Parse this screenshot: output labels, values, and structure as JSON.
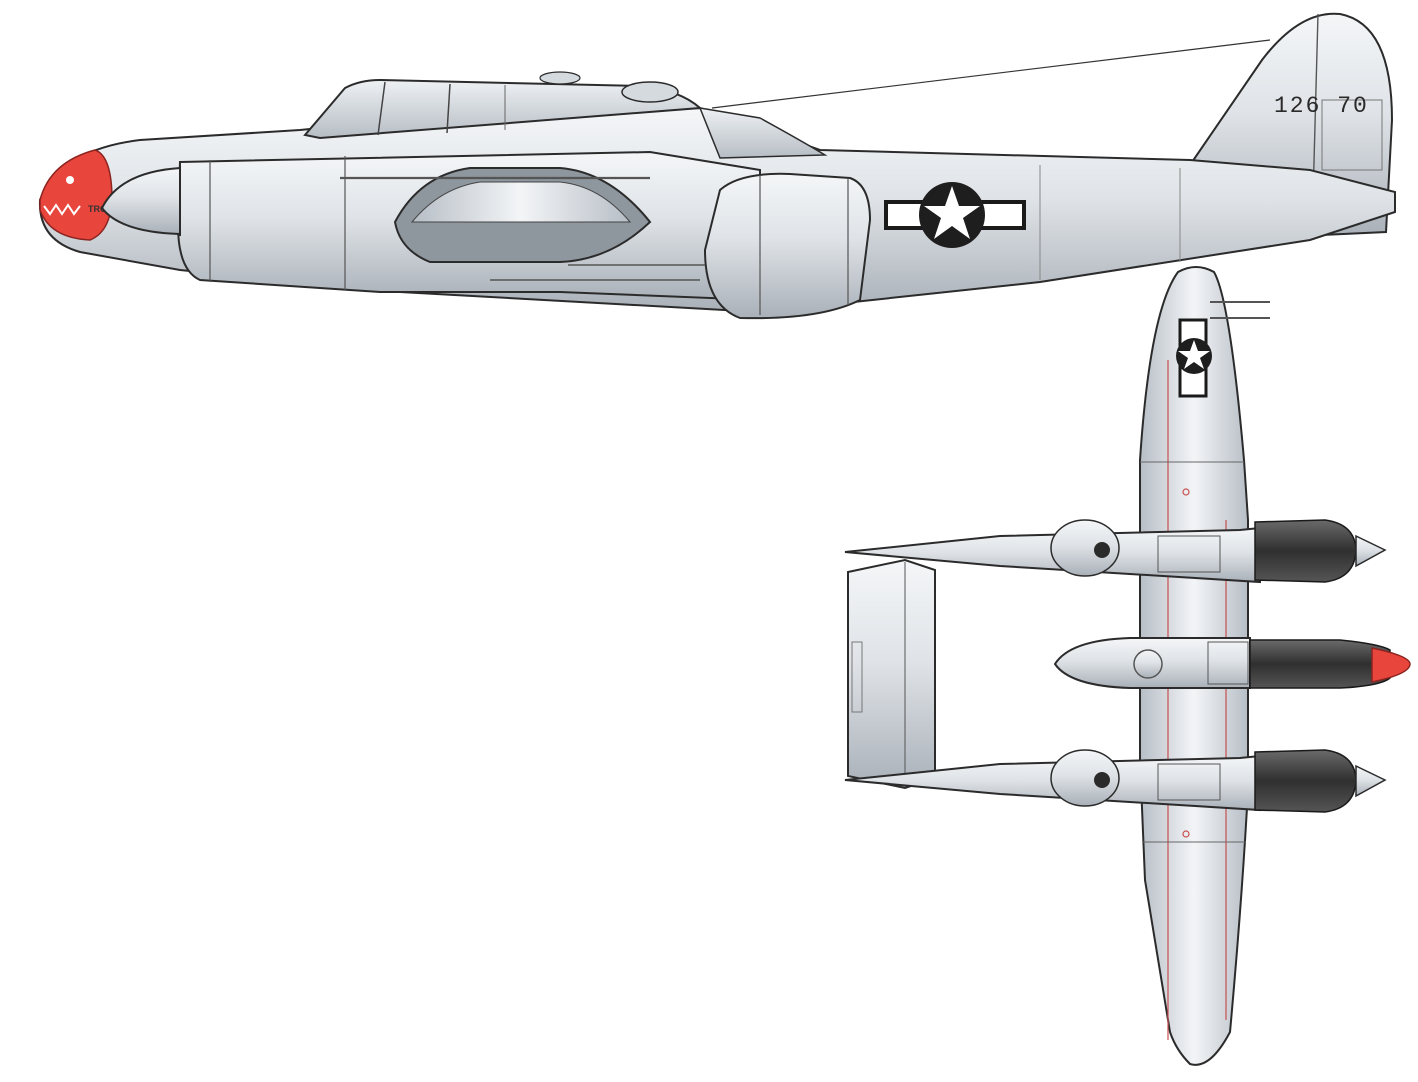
{
  "side_view": {
    "tail_serial": "126 70",
    "nose_art_text": "TRON",
    "nose_color": "#e8453c",
    "insignia": "star-and-bar-insignia"
  },
  "top_view": {
    "insignia": "star-and-bar-insignia",
    "nose_color": "#e8453c",
    "cowling_color": "#3a3a3a"
  },
  "colors": {
    "metal": "#d9dde2",
    "metal_shadow": "#a9b0b8",
    "outline": "#2b2b2b",
    "panel_line": "#c85050"
  }
}
